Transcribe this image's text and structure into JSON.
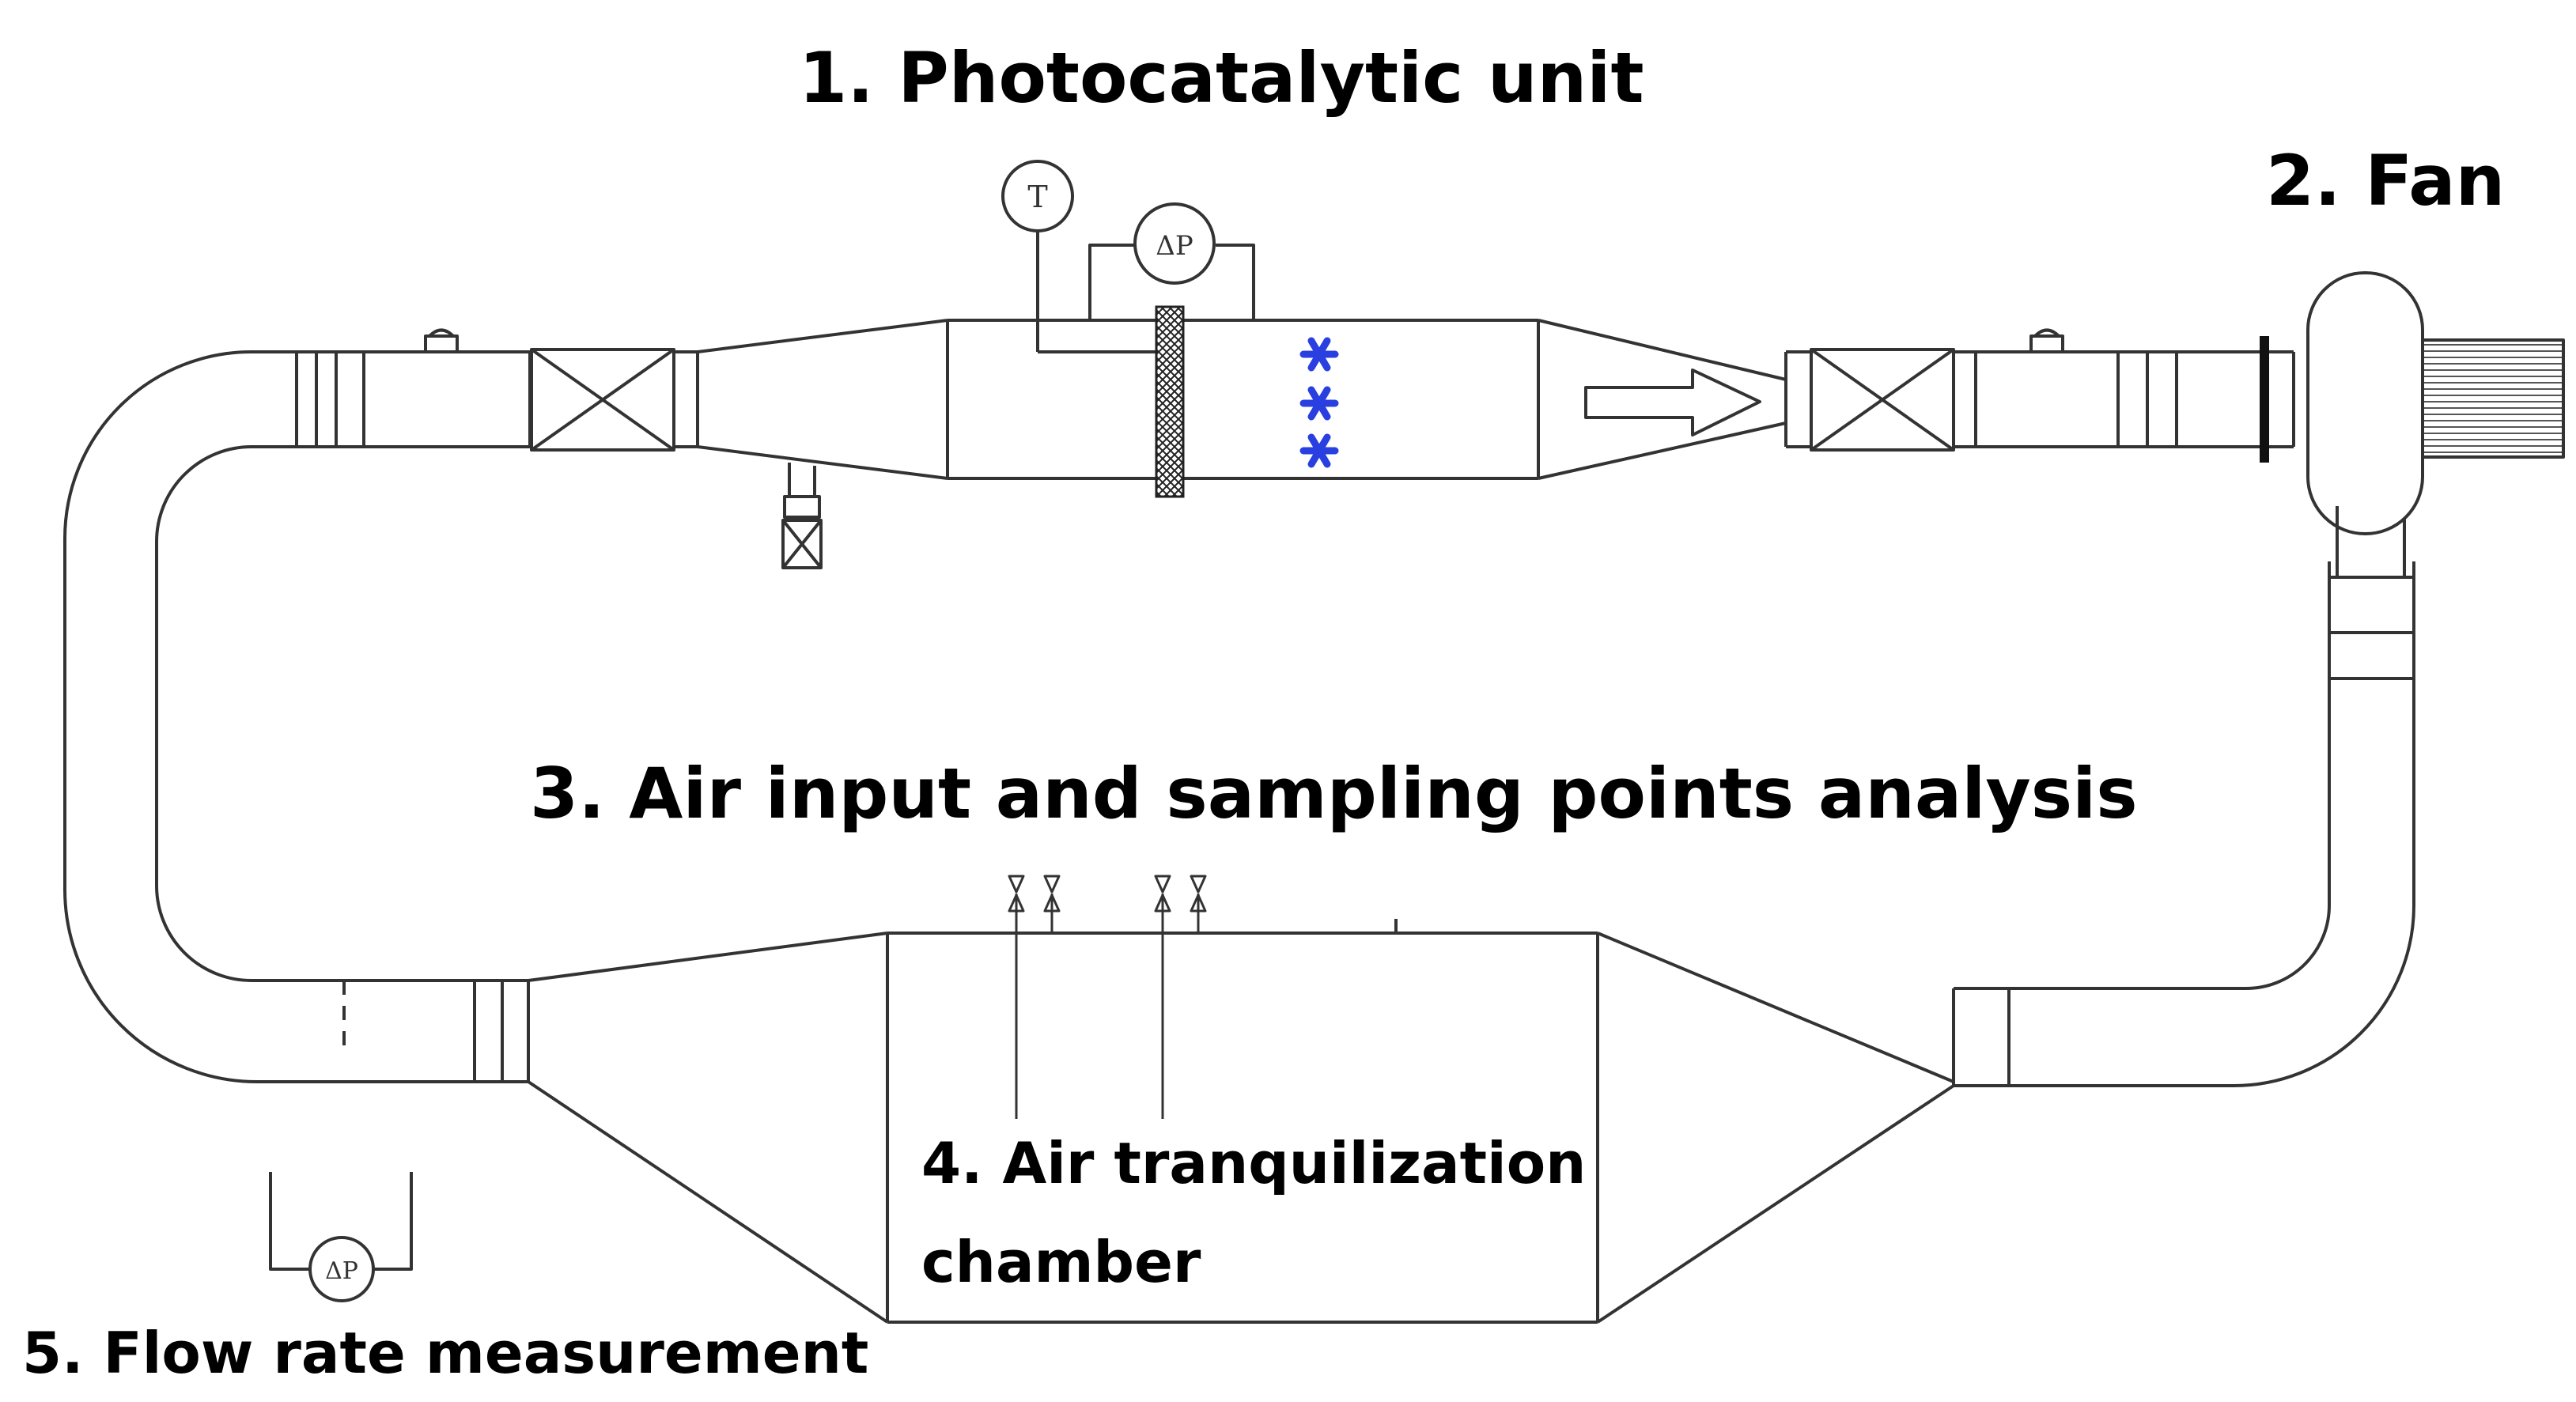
{
  "labels": {
    "photocatalytic_unit": "1. Photocatalytic unit",
    "fan": "2. Fan",
    "air_input": "3. Air input and sampling points analysis",
    "chamber_line1": "4. Air tranquilization",
    "chamber_line2": "chamber",
    "flow_rate": "5. Flow rate measurement"
  },
  "gauges": {
    "temperature": "T",
    "pressure_top": "ΔP",
    "pressure_bottom": "ΔP"
  },
  "colors": {
    "line": "#333333",
    "uv_lamp": "#2a3fe0",
    "text": "#000000"
  }
}
